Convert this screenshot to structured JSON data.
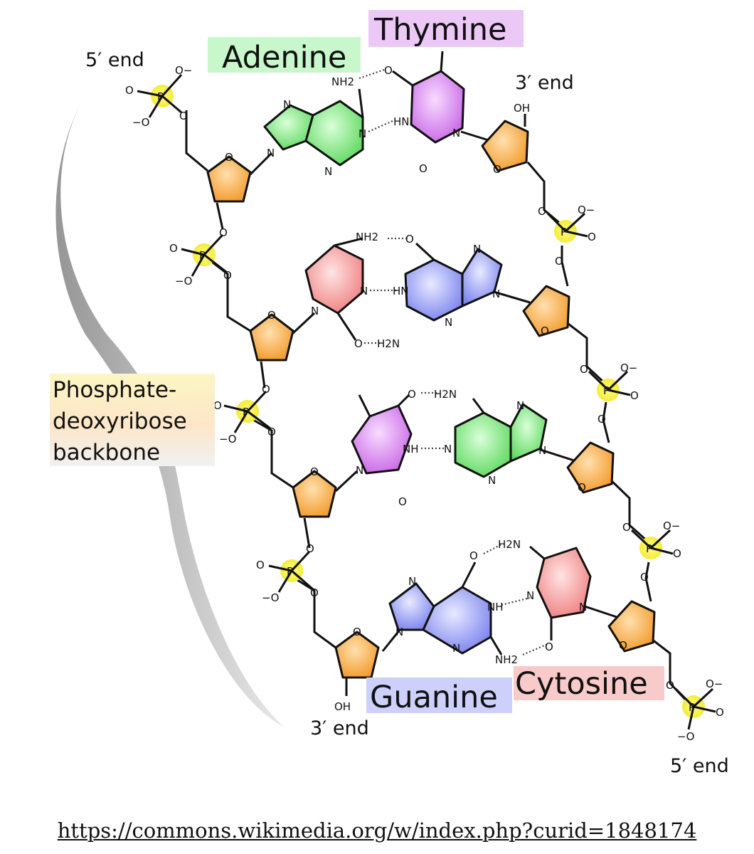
{
  "labels": {
    "adenine": "Adenine",
    "thymine": "Thymine",
    "guanine": "Guanine",
    "cytosine": "Cytosine",
    "five_prime_top": "5′ end",
    "three_prime_top": "3′ end",
    "three_prime_bottom": "3′ end",
    "five_prime_bottom": "5′ end",
    "backbone_line1": "Phosphate-",
    "backbone_line2": "deoxyribose",
    "backbone_line3": "backbone"
  },
  "atoms": {
    "O": "O",
    "O_minus": "O−",
    "minus_O": "−O",
    "P": "P",
    "N": "N",
    "NH": "NH",
    "HN": "HN",
    "NH2": "NH2",
    "H2N": "H2N",
    "OH": "OH"
  },
  "colors": {
    "adenine": "#7ef07e",
    "thymine": "#dd88f0",
    "guanine": "#9aa0f5",
    "cytosine": "#f5999a",
    "sugar": "#f6ad45",
    "phosphate": "#f4ee3a",
    "adenine_label_bg": "#c9f7cc",
    "thymine_label_bg": "#ecc8f7",
    "guanine_label_bg": "#cdd0fa",
    "cytosine_label_bg": "#f9caca",
    "backbone_label_bg": "#fdf2c2"
  },
  "source_url": "https://commons.wikimedia.org/w/index.php?curid=1848174"
}
